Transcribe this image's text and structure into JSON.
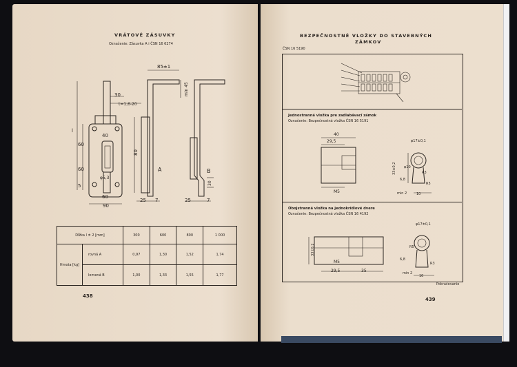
{
  "left_page": {
    "title": "VRÁTOVÉ ZÁSUVKY",
    "subtitle": "Označenie: Zásuvka A i ČSN 16 6274",
    "page_number": "438",
    "drawing_labels": {
      "l": "l",
      "d30": "30",
      "t": "t=1,6-20",
      "d40": "40",
      "d60a": "60",
      "d60b": "60",
      "d5": "5",
      "phi": "φ5,3",
      "d60c": "60",
      "d90": "90",
      "d85": "85±1",
      "min45": "min 45",
      "d80": "80",
      "A": "A",
      "d25a": "25",
      "d7a": "7",
      "B": "B",
      "d25b": "25",
      "d7b": "7",
      "d30b": "30"
    },
    "table": {
      "header_label": "Dĺžka l ± 2 [mm]",
      "lengths": [
        "300",
        "600",
        "800",
        "1 000"
      ],
      "row_group": "Hmota [kg]",
      "rows": [
        {
          "label": "rovná A",
          "values": [
            "0,97",
            "1,30",
            "1,52",
            "1,74"
          ]
        },
        {
          "label": "lomená B",
          "values": [
            "1,00",
            "1,33",
            "1,55",
            "1,77"
          ]
        }
      ]
    }
  },
  "right_page": {
    "title_line1": "BEZPEČNOSTNÉ VLOŽKY DO STAVEBNÝCH",
    "title_line2": "ZÁMKOV",
    "standard": "ČSN 16 5190",
    "section1": {
      "title": "Jednostranná vložka pre zadlabávací zámok",
      "designation": "Označenie: Bezpečnostná vložka ČSN 16 5191",
      "dims": [
        "40",
        "29,5",
        "M5",
        "φ17±0,1",
        "33±0,2",
        "φ10",
        "6,8",
        "R5",
        "R3",
        "min 2",
        "10"
      ]
    },
    "section2": {
      "title": "Obojstranná vložka na jednokrídlové dvere",
      "designation": "Označenie: Bezpečnostná vložka ČSN 16 4192",
      "dims": [
        "M5",
        "29,5",
        "35",
        "φ17±0,1",
        "33±0,2",
        "R5",
        "6,8",
        "R3",
        "min 2",
        "10"
      ]
    },
    "continuation": "Pokračovanie",
    "page_number": "439"
  },
  "colors": {
    "paper": "#ecdfcf",
    "ink": "#2a2420",
    "background": "#0e0e12"
  }
}
